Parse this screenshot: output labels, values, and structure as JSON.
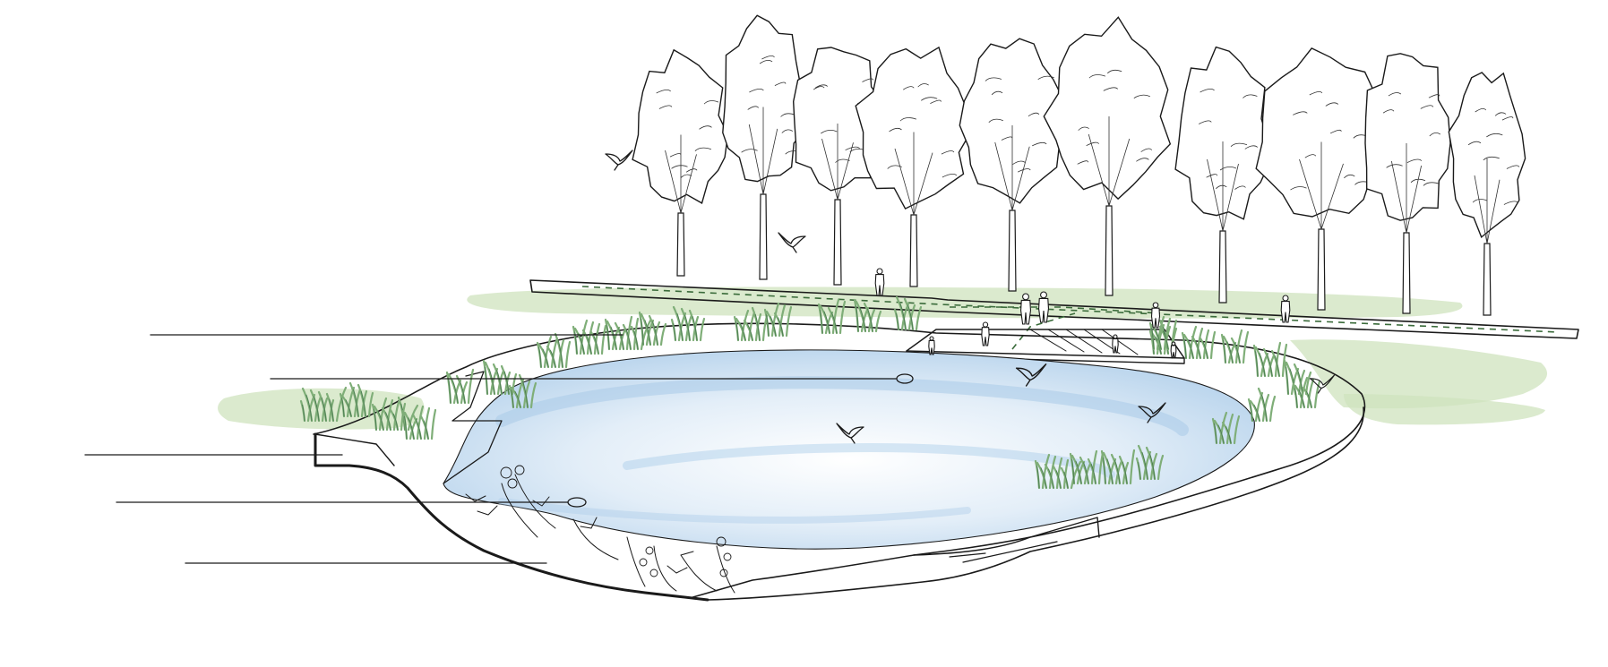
{
  "diagram": {
    "type": "landscape-section-illustration",
    "labels": [],
    "colors": {
      "ink": "#1a1a1a",
      "grass": "#cfe3bd",
      "water": "#bcd7ee",
      "reeds": "#7fae78",
      "path_dash": "#3a6b3a"
    },
    "leader_lines": 5,
    "trees": 10,
    "people": 9,
    "birds": 6
  }
}
